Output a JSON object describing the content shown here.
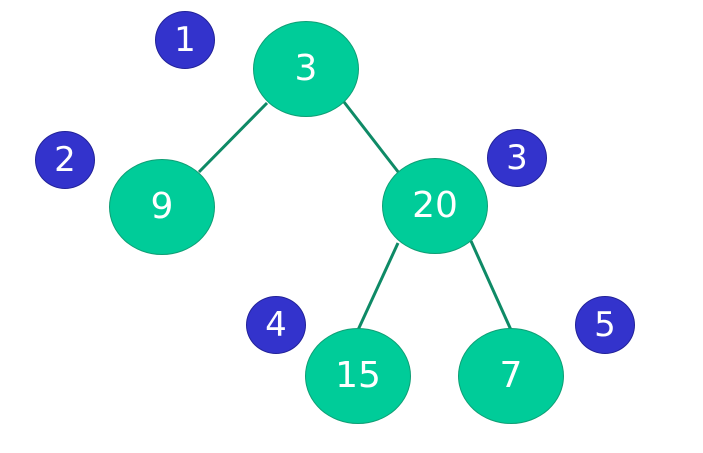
{
  "colors": {
    "node_fill": "#00cc99",
    "node_border": "#0e9f75",
    "edge": "#0e8a66",
    "badge_fill": "#3333cc",
    "text": "#ffffff"
  },
  "tree": {
    "nodes": [
      {
        "id": "n3",
        "label": "3"
      },
      {
        "id": "n9",
        "label": "9"
      },
      {
        "id": "n20",
        "label": "20"
      },
      {
        "id": "n15",
        "label": "15"
      },
      {
        "id": "n7",
        "label": "7"
      }
    ],
    "edges": [
      {
        "from": "n3",
        "to": "n9"
      },
      {
        "from": "n3",
        "to": "n20"
      },
      {
        "from": "n20",
        "to": "n15"
      },
      {
        "from": "n20",
        "to": "n7"
      }
    ]
  },
  "badges": [
    {
      "label": "1",
      "node": "n3"
    },
    {
      "label": "2",
      "node": "n9"
    },
    {
      "label": "3",
      "node": "n20"
    },
    {
      "label": "4",
      "node": "n15"
    },
    {
      "label": "5",
      "node": "n7"
    }
  ]
}
